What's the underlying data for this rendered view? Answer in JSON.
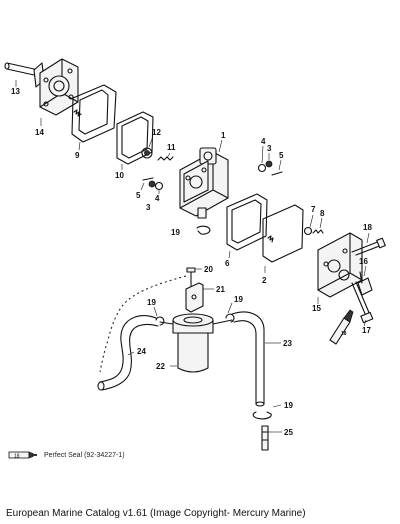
{
  "legend": {
    "badge": "18",
    "text": "Perfect Seal (92-34227-1)"
  },
  "footer": {
    "caption": "European Marine Catalog v1.61 (Image Copyright- Mercury Marine)"
  },
  "callouts": [
    {
      "id": "13",
      "label": "13"
    },
    {
      "id": "14",
      "label": "14"
    },
    {
      "id": "9",
      "label": "9"
    },
    {
      "id": "10",
      "label": "10"
    },
    {
      "id": "12",
      "label": "12"
    },
    {
      "id": "11",
      "label": "11"
    },
    {
      "id": "1",
      "label": "1"
    },
    {
      "id": "4a",
      "label": "4"
    },
    {
      "id": "3a",
      "label": "3"
    },
    {
      "id": "5a",
      "label": "5"
    },
    {
      "id": "5b",
      "label": "5"
    },
    {
      "id": "3b",
      "label": "3"
    },
    {
      "id": "4b",
      "label": "4"
    },
    {
      "id": "19a",
      "label": "19"
    },
    {
      "id": "6",
      "label": "6"
    },
    {
      "id": "7",
      "label": "7"
    },
    {
      "id": "8",
      "label": "8"
    },
    {
      "id": "18",
      "label": "18"
    },
    {
      "id": "2",
      "label": "2"
    },
    {
      "id": "16",
      "label": "16"
    },
    {
      "id": "20",
      "label": "20"
    },
    {
      "id": "21",
      "label": "21"
    },
    {
      "id": "19b",
      "label": "19"
    },
    {
      "id": "19c",
      "label": "19"
    },
    {
      "id": "15",
      "label": "15"
    },
    {
      "id": "17",
      "label": "17"
    },
    {
      "id": "24",
      "label": "24"
    },
    {
      "id": "23",
      "label": "23"
    },
    {
      "id": "22",
      "label": "22"
    },
    {
      "id": "19d",
      "label": "19"
    },
    {
      "id": "25",
      "label": "25"
    }
  ]
}
